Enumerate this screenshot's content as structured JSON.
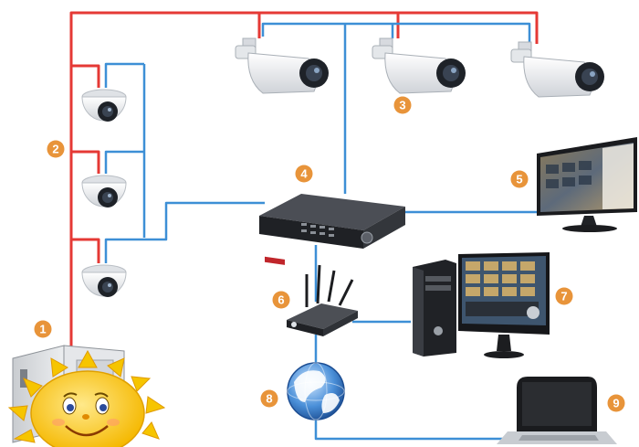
{
  "badges": {
    "b1": "1",
    "b2": "2",
    "b3": "3",
    "b4": "4",
    "b5": "5",
    "b6": "6",
    "b7": "7",
    "b8": "8",
    "b9": "9"
  },
  "colors": {
    "power_wire": "#e53935",
    "signal_wire": "#3d8fd6",
    "badge": "#e8943a",
    "camera_body": "#eef0f2",
    "device_dark": "#2b2d31",
    "sun": "#f6c500"
  },
  "icons": {
    "dome_camera": "dome-camera-icon",
    "bullet_camera": "bullet-camera-icon",
    "dvr": "dvr-recorder-icon",
    "router": "wifi-router-icon",
    "globe": "internet-globe-icon",
    "monitor": "monitor-icon",
    "computer": "desktop-pc-icon",
    "laptop": "laptop-icon",
    "power_box": "power-supply-box-icon",
    "sun": "sun-icon"
  }
}
